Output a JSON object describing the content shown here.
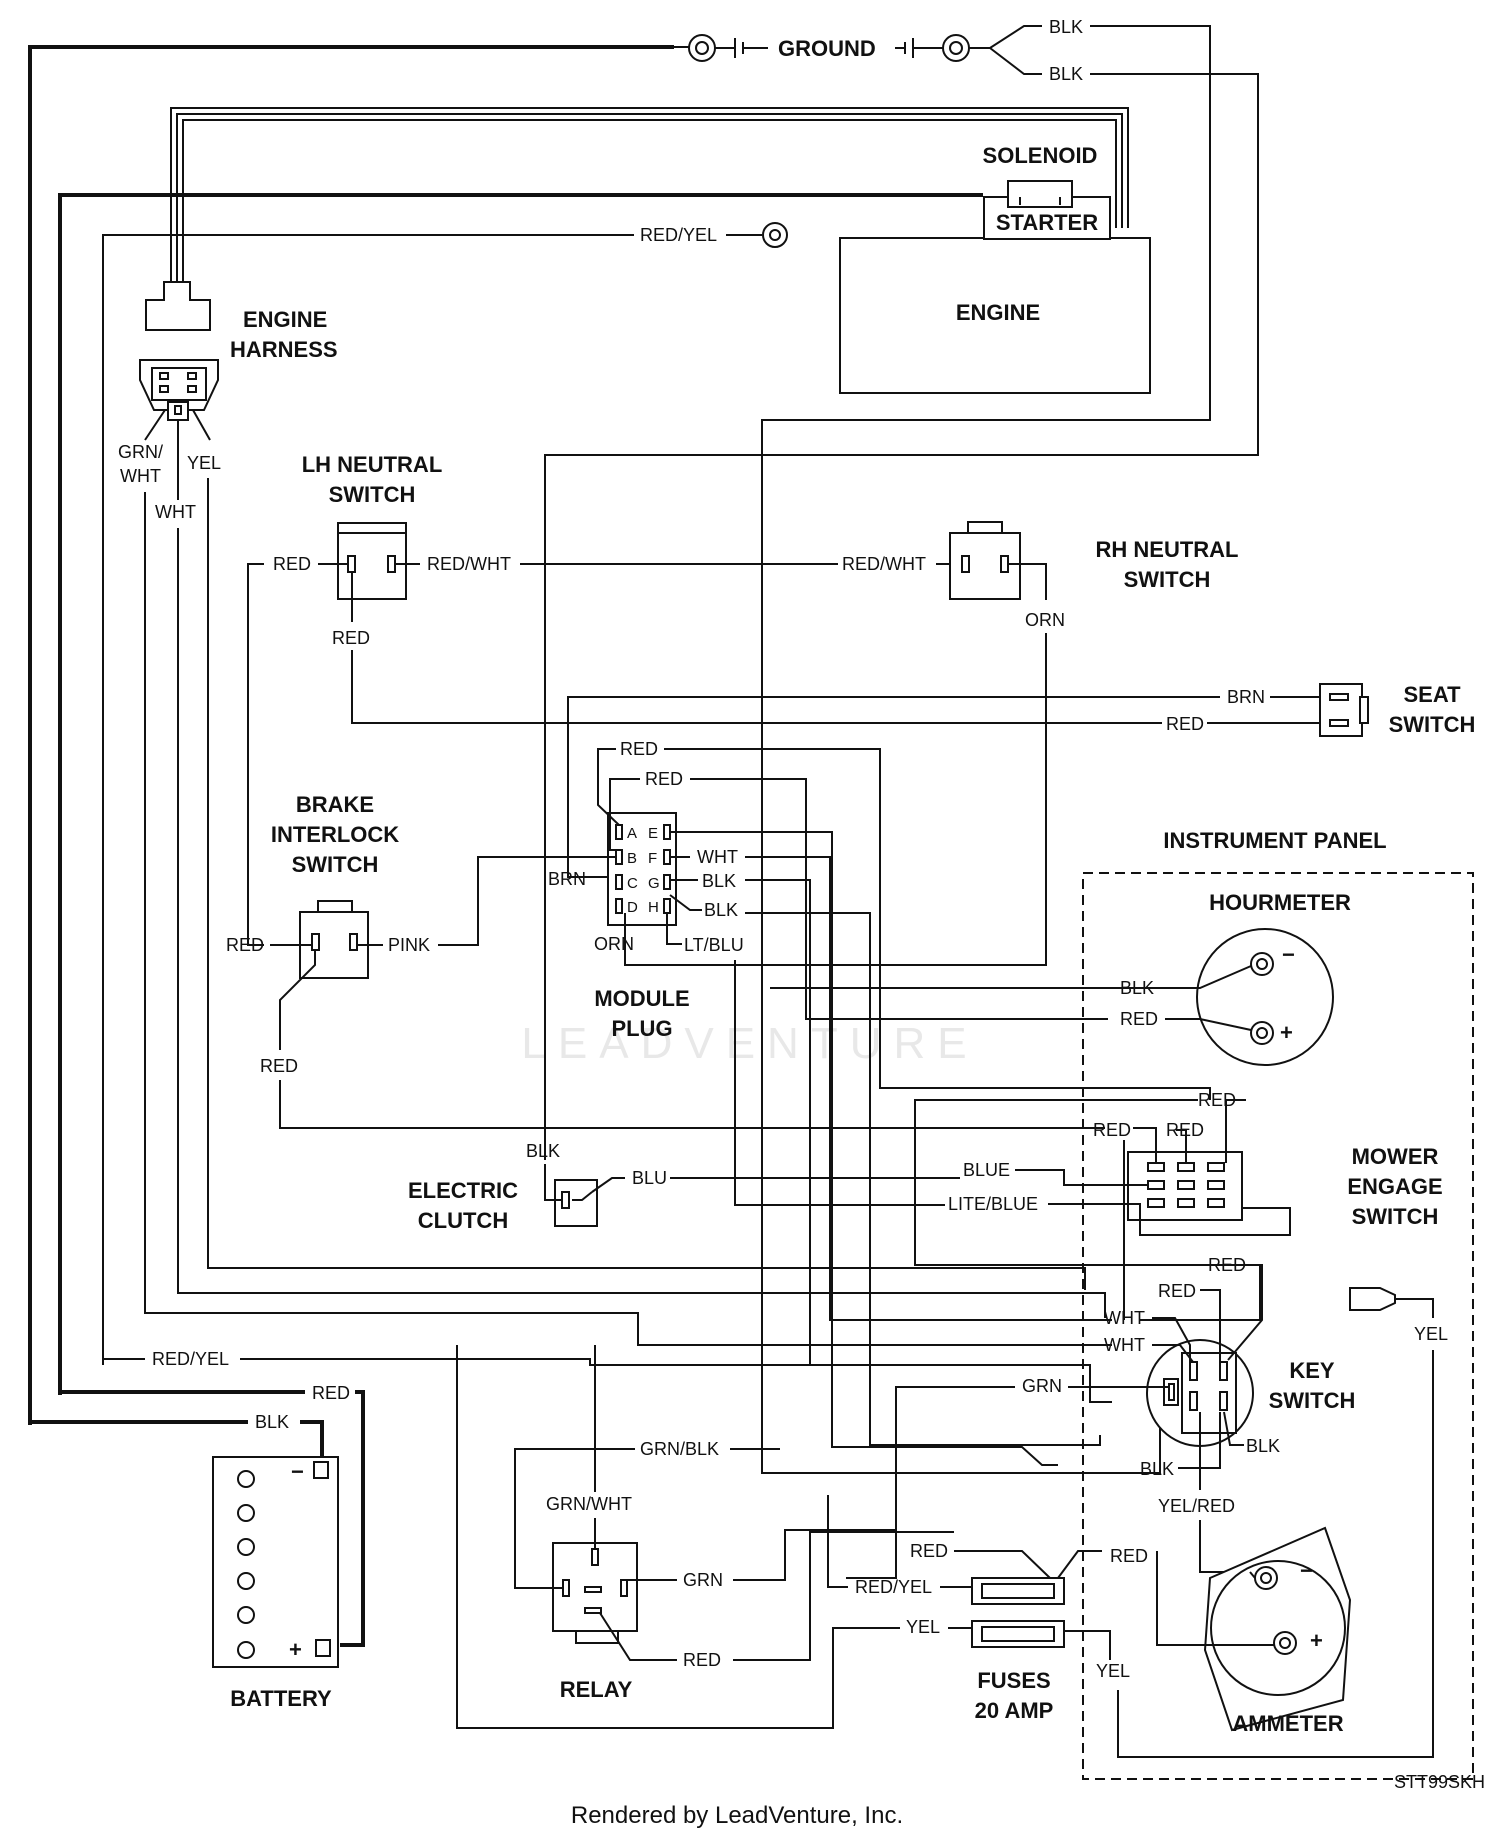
{
  "titles": {
    "ground": "GROUND",
    "solenoid": "SOLENOID",
    "starter": "STARTER",
    "engine": "ENGINE",
    "engine_harness_1": "ENGINE",
    "engine_harness_2": "HARNESS",
    "lh_neutral_1": "LH NEUTRAL",
    "lh_neutral_2": "SWITCH",
    "rh_neutral_1": "RH NEUTRAL",
    "rh_neutral_2": "SWITCH",
    "seat_1": "SEAT",
    "seat_2": "SWITCH",
    "brake_1": "BRAKE",
    "brake_2": "INTERLOCK",
    "brake_3": "SWITCH",
    "module_1": "MODULE",
    "module_2": "PLUG",
    "instrument_panel": "INSTRUMENT PANEL",
    "hourmeter": "HOURMETER",
    "mower_1": "MOWER",
    "mower_2": "ENGAGE",
    "mower_3": "SWITCH",
    "clutch_1": "ELECTRIC",
    "clutch_2": "CLUTCH",
    "key_1": "KEY",
    "key_2": "SWITCH",
    "battery": "BATTERY",
    "relay": "RELAY",
    "fuses_1": "FUSES",
    "fuses_2": "20 AMP",
    "ammeter": "AMMETER"
  },
  "wires": {
    "ground_blk_1": "BLK",
    "ground_blk_2": "BLK",
    "red_yel_top": "RED/YEL",
    "harness_grn_wht": "GRN/",
    "harness_grn_wht_2": "WHT",
    "harness_yel": "YEL",
    "harness_wht": "WHT",
    "lh_red_left": "RED",
    "lh_red_wht": "RED/WHT",
    "lh_red_bottom": "RED",
    "rh_red_wht": "RED/WHT",
    "rh_orn": "ORN",
    "seat_brn": "BRN",
    "seat_red": "RED",
    "mod_red_1": "RED",
    "mod_red_2": "RED",
    "mod_wht": "WHT",
    "mod_blk_g": "BLK",
    "mod_blk_h": "BLK",
    "mod_brn": "BRN",
    "mod_orn": "ORN",
    "mod_lt_blu": "LT/BLU",
    "brake_red": "RED",
    "brake_pink": "PINK",
    "brake_red_bottom": "RED",
    "hour_blk": "BLK",
    "hour_red": "RED",
    "mower_red_top": "RED",
    "mower_red_a": "RED",
    "mower_red_b": "RED",
    "mower_blue": "BLUE",
    "mower_lite_blue": "LITE/BLUE",
    "clutch_blk": "BLK",
    "clutch_blu": "BLU",
    "key_red_1": "RED",
    "key_red_2": "RED",
    "key_wht_1": "WHT",
    "key_wht_2": "WHT",
    "key_grn": "GRN",
    "key_blk_left": "BLK",
    "key_blk_right": "BLK",
    "key_yel_red": "YEL/RED",
    "plug_yel": "YEL",
    "red_yel_left": "RED/YEL",
    "batt_red": "RED",
    "batt_blk": "BLK",
    "relay_grn_blk": "GRN/BLK",
    "relay_grn_wht": "GRN/WHT",
    "relay_grn": "GRN",
    "relay_red": "RED",
    "fuse_red": "RED",
    "fuse_red_yel": "RED/YEL",
    "fuse_yel": "YEL",
    "fuse_red_right": "RED",
    "amm_yel": "YEL"
  },
  "module_pins": [
    "A",
    "B",
    "C",
    "D",
    "E",
    "F",
    "G",
    "H"
  ],
  "hourmeter_signs": {
    "minus": "−",
    "plus": "+"
  },
  "ammeter_signs": {
    "minus": "−",
    "plus": "+"
  },
  "battery_signs": {
    "minus": "−",
    "plus": "+"
  },
  "watermark": "LEADVENTURE",
  "footer": "Rendered by LeadVenture, Inc.",
  "code": "STT99SKH"
}
